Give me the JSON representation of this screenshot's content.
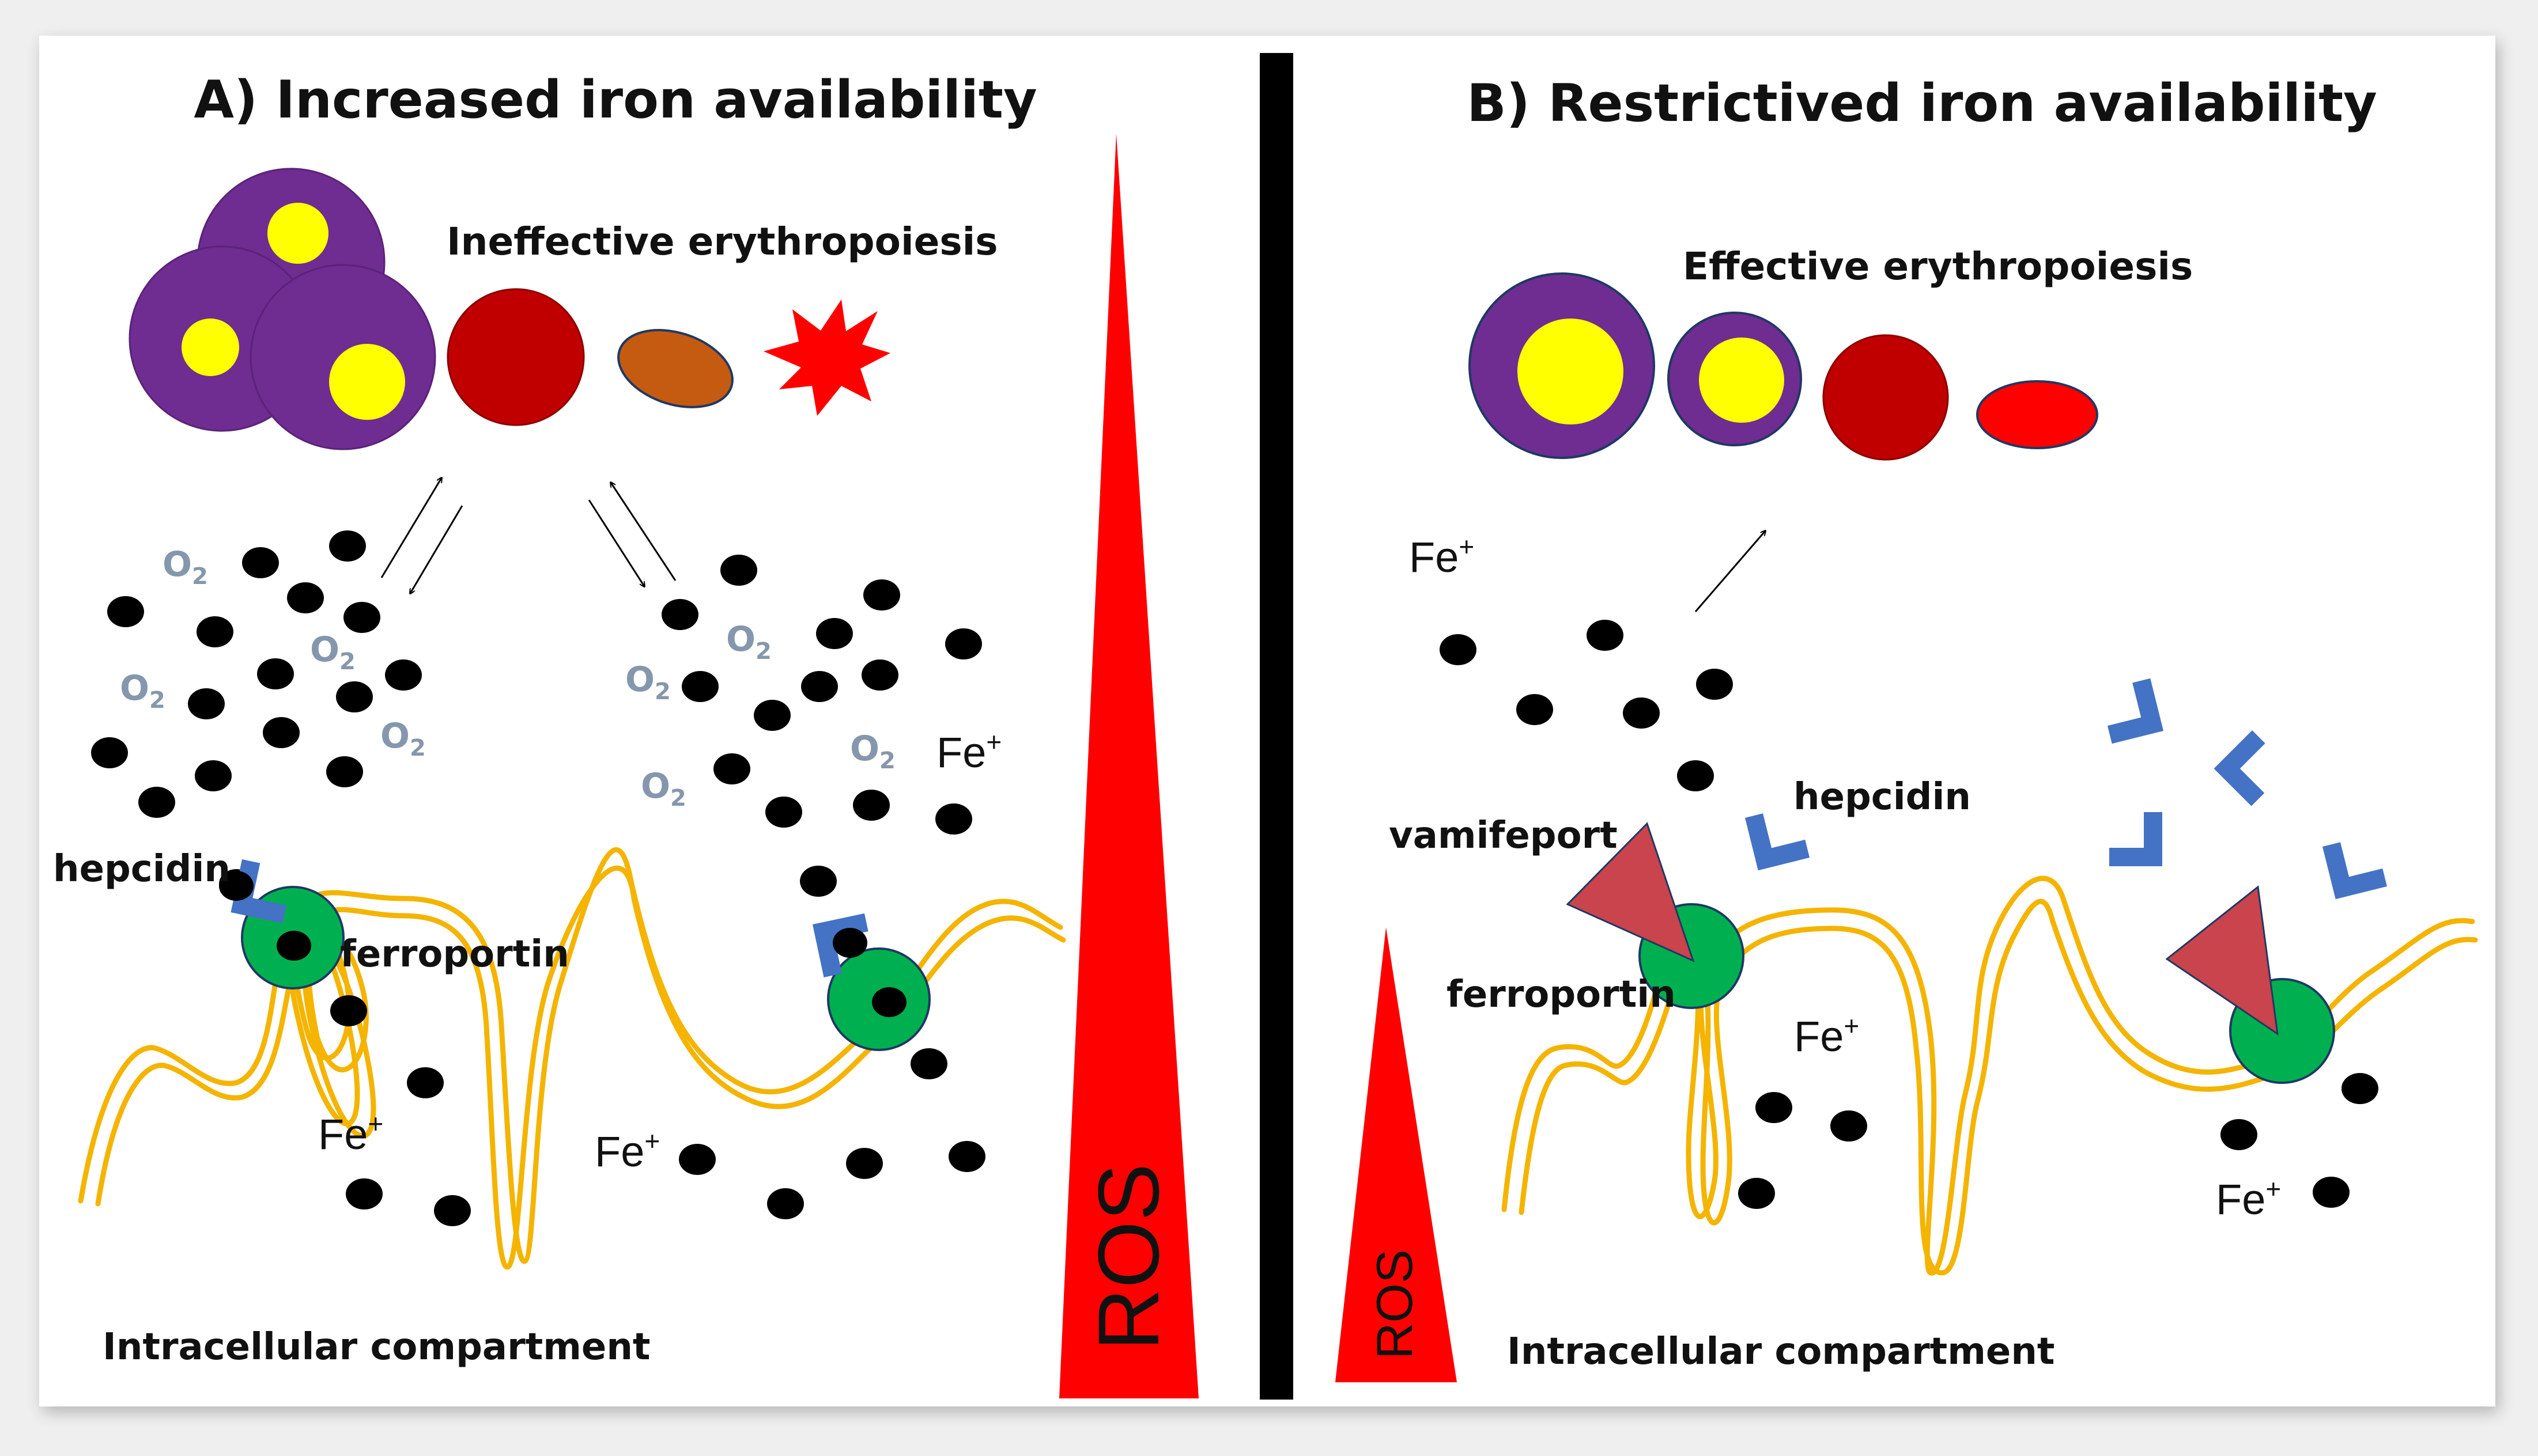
{
  "panel_a": {
    "title": "A) Increased iron availability",
    "erythropoiesis_label": "Ineffective erythropoiesis",
    "hepcidin_label": "hepcidin",
    "ferroportin_label": "ferroportin",
    "compartment_label": "Intracellular compartment",
    "iron_symbol": "Fe",
    "iron_charge": "+",
    "oxygen_symbol": "O",
    "oxygen_subscript": "2",
    "ros_label": "ROS"
  },
  "panel_b": {
    "title": "B) Restrictived iron availability",
    "erythropoiesis_label": "Effective erythropoiesis",
    "hepcidin_label": "hepcidin",
    "drug_label": "vamifeport",
    "ferroportin_label": "ferroportin",
    "compartment_label": "Intracellular compartment",
    "iron_symbol": "Fe",
    "iron_charge": "+",
    "ros_label": "ROS"
  },
  "colors": {
    "erythroblast": "#6f2c91",
    "nucleus": "#ffff00",
    "reticulocyte": "#c00000",
    "damaged_cell": "#c55a11",
    "lysed_cell": "#ff0000",
    "mature_rbc": "#ff0000",
    "iron": "#000000",
    "oxygen_text": "#8597ad",
    "hepcidin": "#4472c4",
    "ferroportin": "#00b050",
    "vamifeport": "#c9444c",
    "membrane": "#f4b400",
    "ros": "#ff0000",
    "divider": "#000000"
  }
}
